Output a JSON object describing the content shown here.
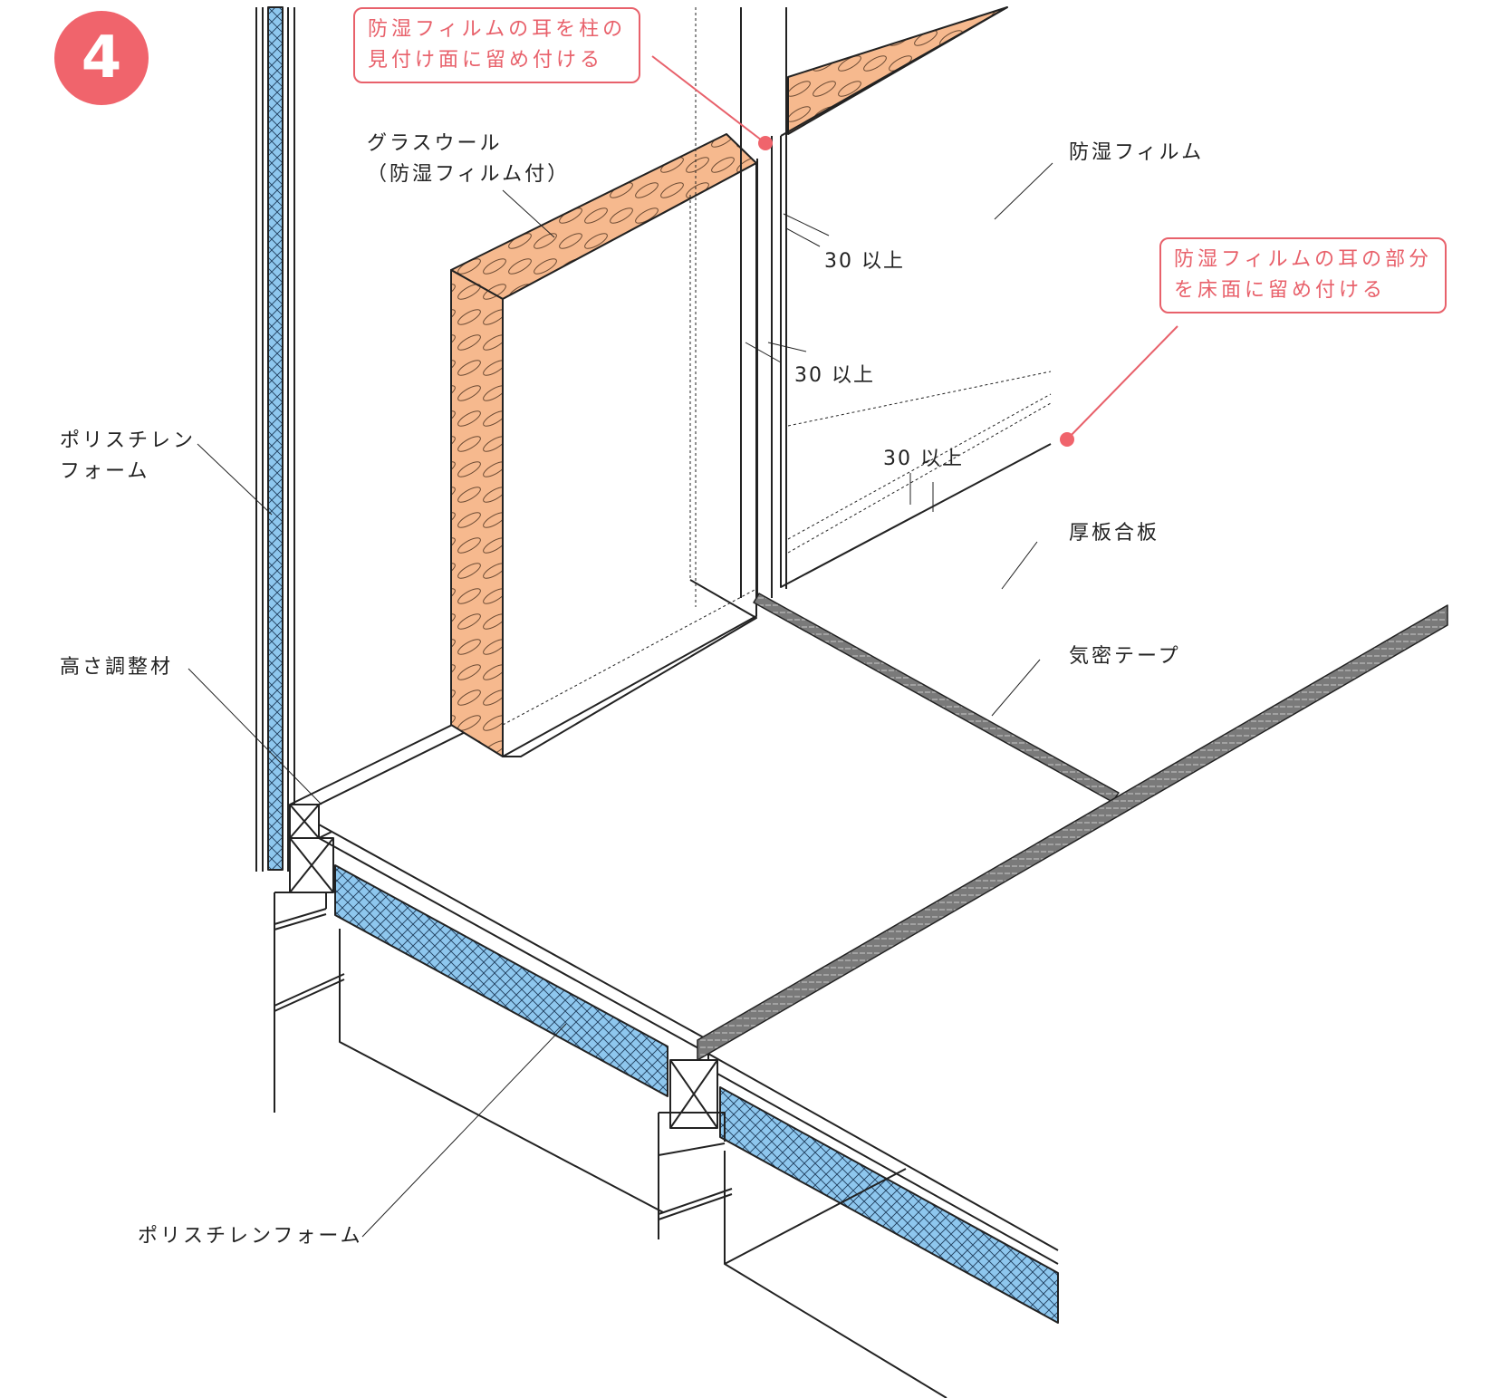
{
  "step_number": "4",
  "callouts": {
    "pillar_line1": "防湿フィルムの耳を柱の",
    "pillar_line2": "見付け面に留め付ける",
    "floor_line1": "防湿フィルムの耳の部分",
    "floor_line2": "を床面に留め付ける"
  },
  "labels": {
    "glasswool_line1": "グラスウール",
    "glasswool_line2": "（防湿フィルム付）",
    "film": "防湿フィルム",
    "polystyrene_wall_line1": "ポリスチレン",
    "polystyrene_wall_line2": "フォーム",
    "adjuster": "高さ調整材",
    "plywood": "厚板合板",
    "tape": "気密テープ",
    "polystyrene_floor": "ポリスチレンフォーム"
  },
  "dimensions": {
    "d1": "30 以上",
    "d2": "30 以上",
    "d3": "30 以上"
  },
  "colors": {
    "accent": "#f0646c",
    "callout": "#e8616b",
    "insulation": "#f6b98e",
    "foam": "#8ec7ee",
    "tape": "#7a7a7a"
  }
}
